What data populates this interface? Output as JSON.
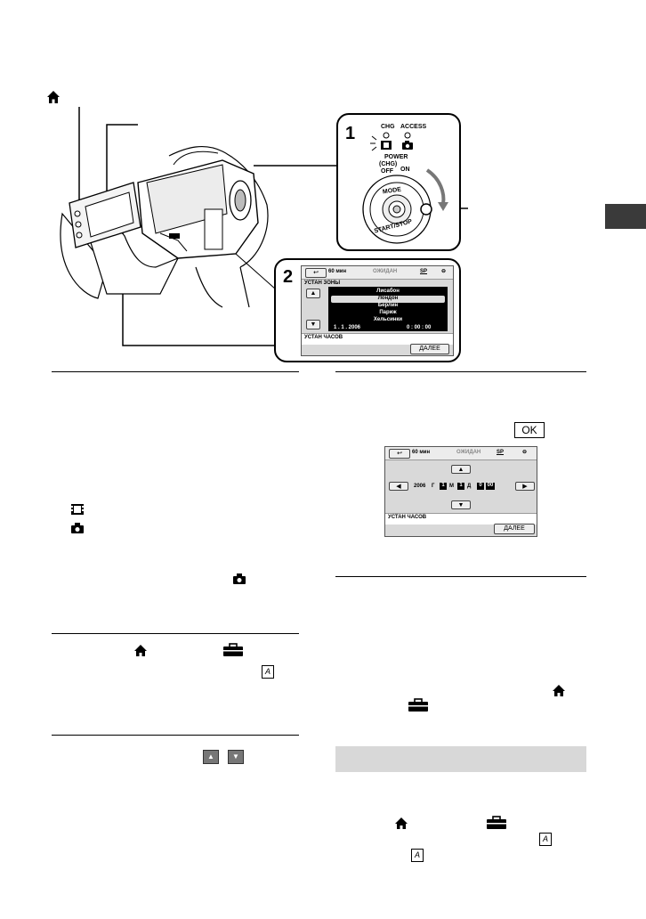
{
  "side_tab_color": "#3a3a3a",
  "figure": {
    "step1_label": "1",
    "step2_label": "2",
    "switch": {
      "chg": "CHG",
      "access": "ACCESS",
      "power": "POWER",
      "chg_paren": "(CHG)",
      "off": "OFF",
      "on": "ON",
      "mode": "MODE",
      "start_stop": "START/STOP"
    },
    "lcd_zone": {
      "battery": "60 мин",
      "status": "ОЖИДАН",
      "quality": "SP",
      "title": "УСТАН ЗОНЫ",
      "cities": [
        "Лисабон",
        "Лондон",
        "Берлин",
        "Париж",
        "Хельсинки"
      ],
      "date": "1 . 1 . 2006",
      "time": "0 : 00 : 00",
      "footer": "УСТАН ЧАСОВ",
      "next": "ДАЛЕЕ"
    }
  },
  "lcd_clock": {
    "battery": "60 мин",
    "status": "ОЖИДАН",
    "quality": "SP",
    "year": "2006",
    "year_unit": "Г",
    "month": "1",
    "month_unit": "М",
    "day": "1",
    "day_unit": "Д",
    "hour": "0",
    "footer": "УСТАН ЧАСОВ",
    "next": "ДАЛЕЕ"
  },
  "ok_button": "OK",
  "icons": {
    "home": "home-icon",
    "movie": "movie-icon",
    "camera": "camera-icon",
    "toolbox": "toolbox-icon",
    "text_a": "A",
    "up": "up-arrow-icon",
    "down": "down-arrow-icon"
  }
}
